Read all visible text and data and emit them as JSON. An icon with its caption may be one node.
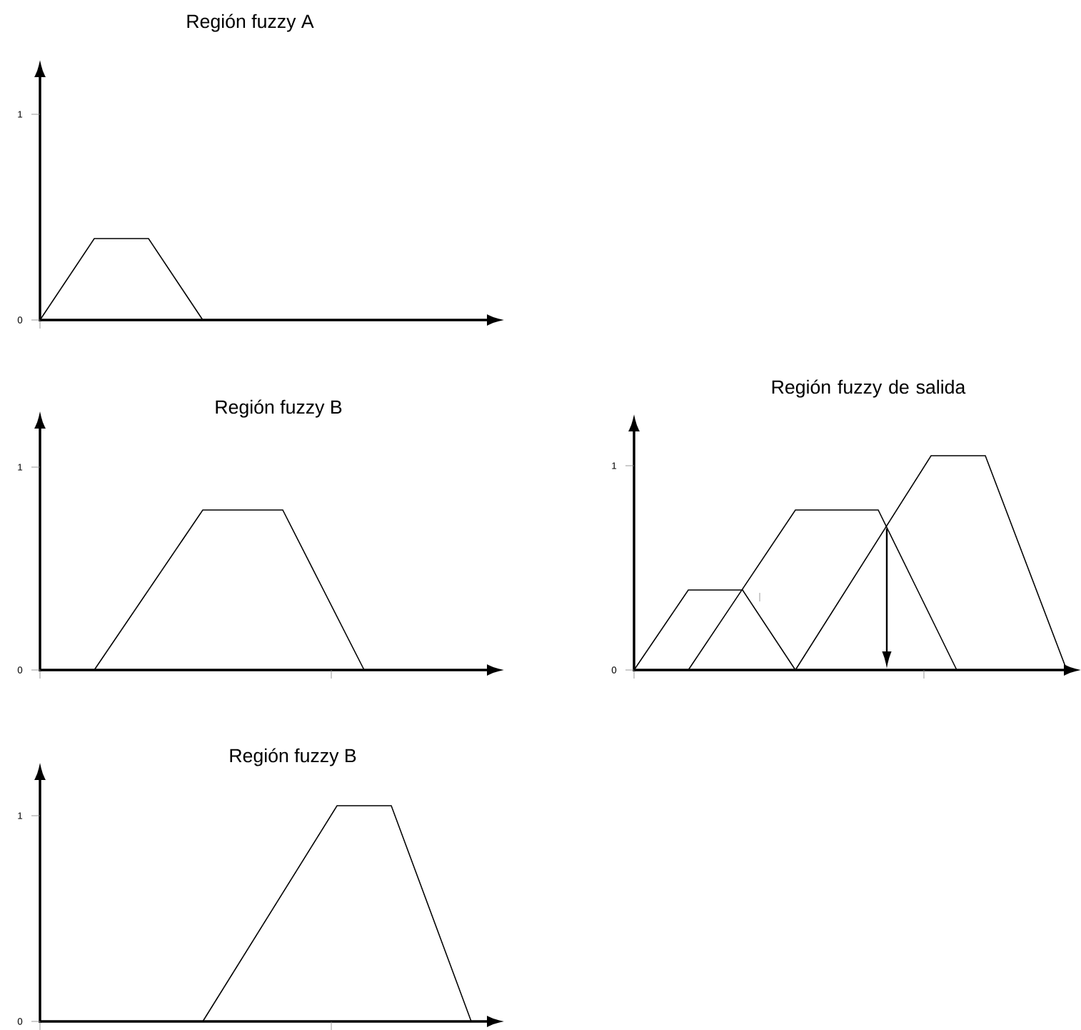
{
  "diagram": {
    "labels": [
      "Región fuzzy A",
      "1",
      "0",
      "Región fuzzy B",
      "Región fuzzy de salida",
      "1",
      "1",
      "0",
      "0",
      "Región fuzzy B",
      "1",
      "0"
    ]
  }
}
